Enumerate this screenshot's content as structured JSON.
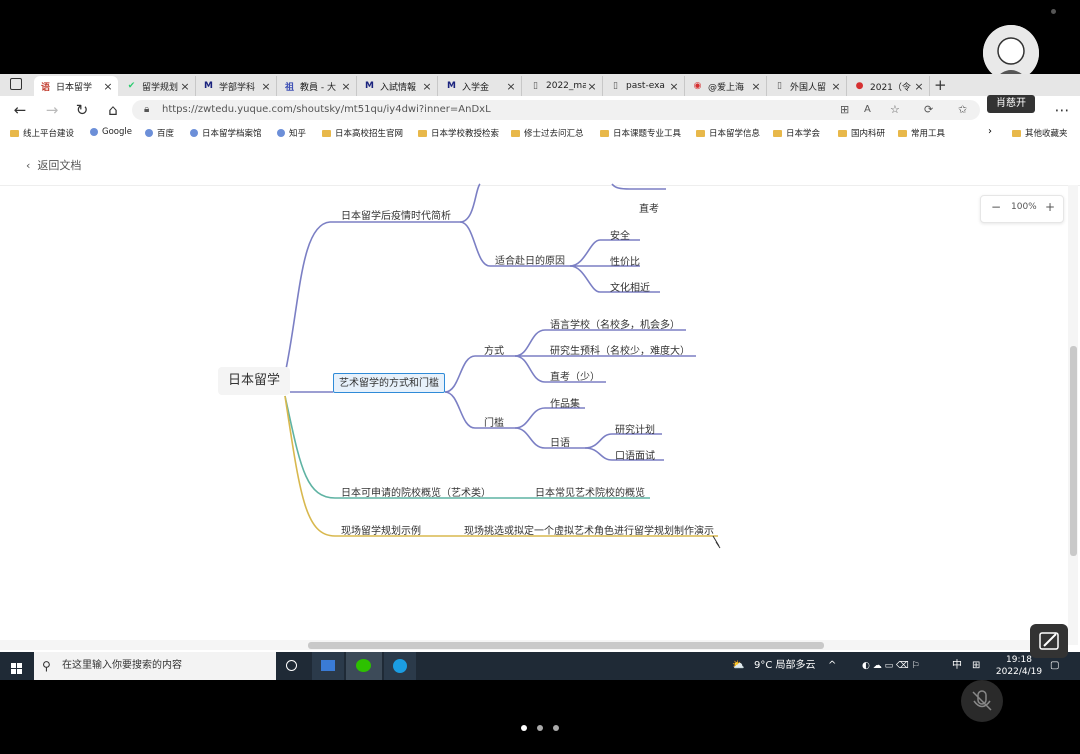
{
  "browser": {
    "tabs": [
      {
        "label": "日本留学",
        "icon": "yuque-red-icon",
        "color": "#c0392b",
        "glyph": "语",
        "active": true
      },
      {
        "label": "留学规划",
        "icon": "leaf-icon",
        "color": "#2ecc71",
        "glyph": "✔",
        "active": false
      },
      {
        "label": "学部学科",
        "icon": "m-icon",
        "color": "#1a237e",
        "glyph": "M",
        "active": false
      },
      {
        "label": "教員 - 大",
        "icon": "blue-box-icon",
        "color": "#3f51b5",
        "glyph": "祖",
        "active": false
      },
      {
        "label": "入試情報",
        "icon": "m-icon",
        "color": "#1a237e",
        "glyph": "M",
        "active": false
      },
      {
        "label": "入学金",
        "icon": "m-icon",
        "color": "#1a237e",
        "glyph": "M",
        "active": false
      },
      {
        "label": "2022_ma",
        "icon": "document-icon",
        "color": "#555555",
        "glyph": "▯",
        "active": false
      },
      {
        "label": "past-exa",
        "icon": "document-icon",
        "color": "#555555",
        "glyph": "▯",
        "active": false
      },
      {
        "label": "@爱上海",
        "icon": "weibo-icon",
        "color": "#d63031",
        "glyph": "◉",
        "active": false
      },
      {
        "label": "外国人留",
        "icon": "document-icon",
        "color": "#555555",
        "glyph": "▯",
        "active": false
      },
      {
        "label": "2021（令",
        "icon": "japan-flag-icon",
        "color": "#d63031",
        "glyph": "●",
        "active": false
      }
    ],
    "url": "https://zwtedu.yuque.com/shoutsky/mt51qu/iy4dwi?inner=AnDxL",
    "bookmarks": [
      {
        "label": "线上平台建设",
        "icon": "folder-icon"
      },
      {
        "label": "Google",
        "icon": "google-icon"
      },
      {
        "label": "百度",
        "icon": "baidu-icon"
      },
      {
        "label": "日本留学档案馆",
        "icon": "red-logo-icon"
      },
      {
        "label": "知乎",
        "icon": "zhihu-icon"
      },
      {
        "label": "日本高校招生官网",
        "icon": "folder-icon"
      },
      {
        "label": "日本学校教授检索",
        "icon": "folder-icon"
      },
      {
        "label": "修士过去问汇总",
        "icon": "folder-icon"
      },
      {
        "label": "日本课题专业工具",
        "icon": "folder-icon"
      },
      {
        "label": "日本留学信息",
        "icon": "folder-icon"
      },
      {
        "label": "日本学会",
        "icon": "folder-icon"
      },
      {
        "label": "国内科研",
        "icon": "folder-icon"
      },
      {
        "label": "常用工具",
        "icon": "folder-icon"
      }
    ],
    "other_bookmarks": "其他收藏夹"
  },
  "user": {
    "name": "肖慈开"
  },
  "page": {
    "back_label": "返回文档",
    "zoom": {
      "minus": "−",
      "value": "100%",
      "plus": "+"
    }
  },
  "mindmap": {
    "root": "日本留学",
    "nodes": {
      "zhikao": "直考",
      "post_covid": "日本留学后疫情时代简析",
      "reasons": "适合赴日的原因",
      "safety": "安全",
      "value": "性价比",
      "culture": "文化相近",
      "art_route": "艺术留学的方式和门槛",
      "method": "方式",
      "lang_school": "语言学校（名校多，机会多）",
      "research": "研究生预科（名校少，难度大）",
      "direct": "直考（少）",
      "threshold": "门槛",
      "portfolio": "作品集",
      "japanese": "日语",
      "plan": "研究计划",
      "interview": "口语面试",
      "schools": "日本可申请的院校概览（艺术类）",
      "schools_child": "日本常见艺术院校的概览",
      "demo": "现场留学规划示例",
      "demo_child": "现场挑选或拟定一个虚拟艺术角色进行留学规划制作演示"
    },
    "colors": {
      "purple": "#7b7fc4",
      "teal": "#5fb3a3",
      "yellow": "#d8b84e"
    }
  },
  "taskbar": {
    "search_placeholder": "在这里输入你要搜索的内容",
    "weather": "9°C  局部多云",
    "ime": "中",
    "time": "19:18",
    "date": "2022/4/19"
  }
}
